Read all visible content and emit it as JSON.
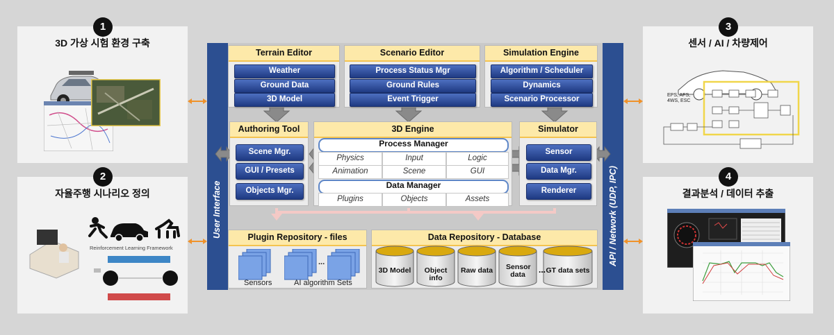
{
  "panels": [
    {
      "num": "1",
      "title": "3D 가상 시험 환경 구축"
    },
    {
      "num": "2",
      "title": "자율주행 시나리오 정의"
    },
    {
      "num": "3",
      "title": "센서 / AI / 차량제어"
    },
    {
      "num": "4",
      "title": "결과분석 / 데이터 추출"
    }
  ],
  "panel_image_text": {
    "rl_caption": "Reinforcement Learning Framework",
    "eps_lines": [
      "EPS, AFS,",
      "4WS, ESC"
    ]
  },
  "sidebars": {
    "left": "User Interface",
    "right": "API / Network (UDP, IPC)"
  },
  "terrain": {
    "title": "Terrain Editor",
    "items": [
      "Weather",
      "Ground Data",
      "3D Model"
    ]
  },
  "scenario": {
    "title": "Scenario Editor",
    "items": [
      "Process Status Mgr",
      "Ground Rules",
      "Event Trigger"
    ]
  },
  "simengine": {
    "title": "Simulation Engine",
    "items": [
      "Algorithm / Scheduler",
      "Dynamics",
      "Scenario Processor"
    ]
  },
  "authoring": {
    "title": "Authoring Tool",
    "items": [
      "Scene Mgr.",
      "GUI / Presets",
      "Objects Mgr."
    ]
  },
  "engine": {
    "title": "3D Engine",
    "process_manager": "Process Manager",
    "process_cells": [
      "Physics",
      "Input",
      "Logic",
      "Animation",
      "Scene",
      "GUI"
    ],
    "data_manager": "Data Manager",
    "data_cells": [
      "Plugins",
      "Objects",
      "Assets"
    ]
  },
  "simulator": {
    "title": "Simulator",
    "items": [
      "Sensor",
      "Data Mgr.",
      "Renderer"
    ]
  },
  "plugin_repo": {
    "title": "Plugin Repository - files",
    "labels": [
      "Sensors",
      "AI algorithm Sets"
    ],
    "ellipsis": "..."
  },
  "data_repo": {
    "title": "Data Repository - Database",
    "cylinders": [
      "3D Model",
      "Object info",
      "Raw data",
      "Sensor data",
      "GT data sets"
    ],
    "ellipsis": "..."
  },
  "colors": {
    "module_head": "#fde9a9",
    "module_head_border": "#f4c34f",
    "button_blue": "#2a4a9a",
    "sidebar_blue": "#2c4f91",
    "link_arrow": "#f0922a",
    "cylinder_top": "#d9a90f"
  }
}
